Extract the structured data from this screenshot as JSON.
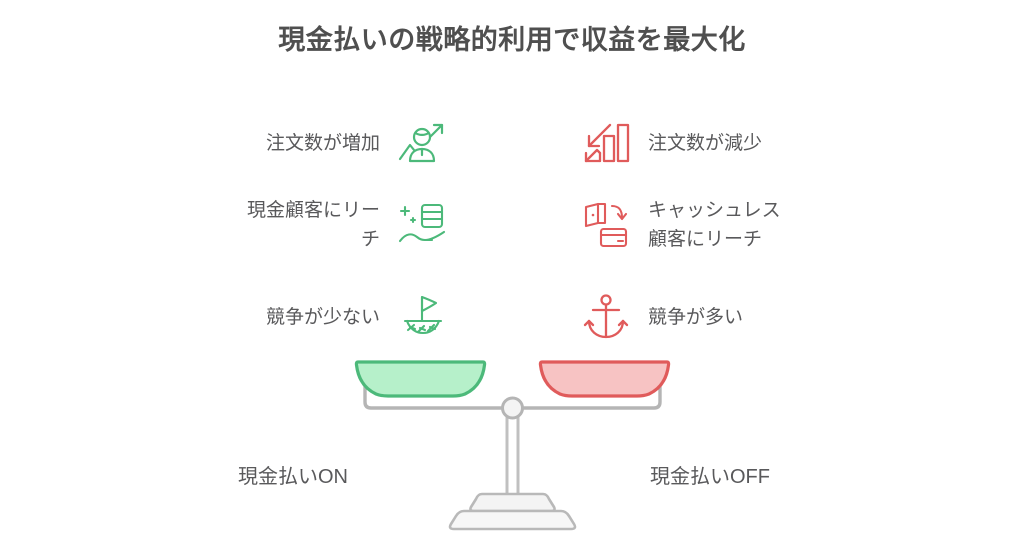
{
  "title": "現金払いの戦略的利用で収益を最大化",
  "colors": {
    "green": "#4cb97a",
    "green_fill": "#b6f0ca",
    "red": "#e05b5b",
    "red_fill": "#f7c3c3",
    "gray": "#b5b5b5",
    "text": "#59595b",
    "title_text": "#4f4f4f",
    "background": "#ffffff"
  },
  "left_column": {
    "side": "現金払いON",
    "items": [
      {
        "label": "注文数が増加",
        "icon": "person-growth-arrow-icon"
      },
      {
        "label": "現金顧客にリー\nチ",
        "icon": "hand-holding-coins-icon"
      },
      {
        "label": "競争が少ない",
        "icon": "sailboat-icon"
      }
    ]
  },
  "right_column": {
    "side": "現金払いOFF",
    "items": [
      {
        "label": "注文数が減少",
        "icon": "declining-bar-chart-icon"
      },
      {
        "label": "キャッシュレス\n顧客にリーチ",
        "icon": "wallet-card-icon"
      },
      {
        "label": "競争が多い",
        "icon": "anchor-icon"
      }
    ]
  },
  "scale": {
    "left_pan": "現金払いON",
    "right_pan": "現金払いOFF"
  }
}
